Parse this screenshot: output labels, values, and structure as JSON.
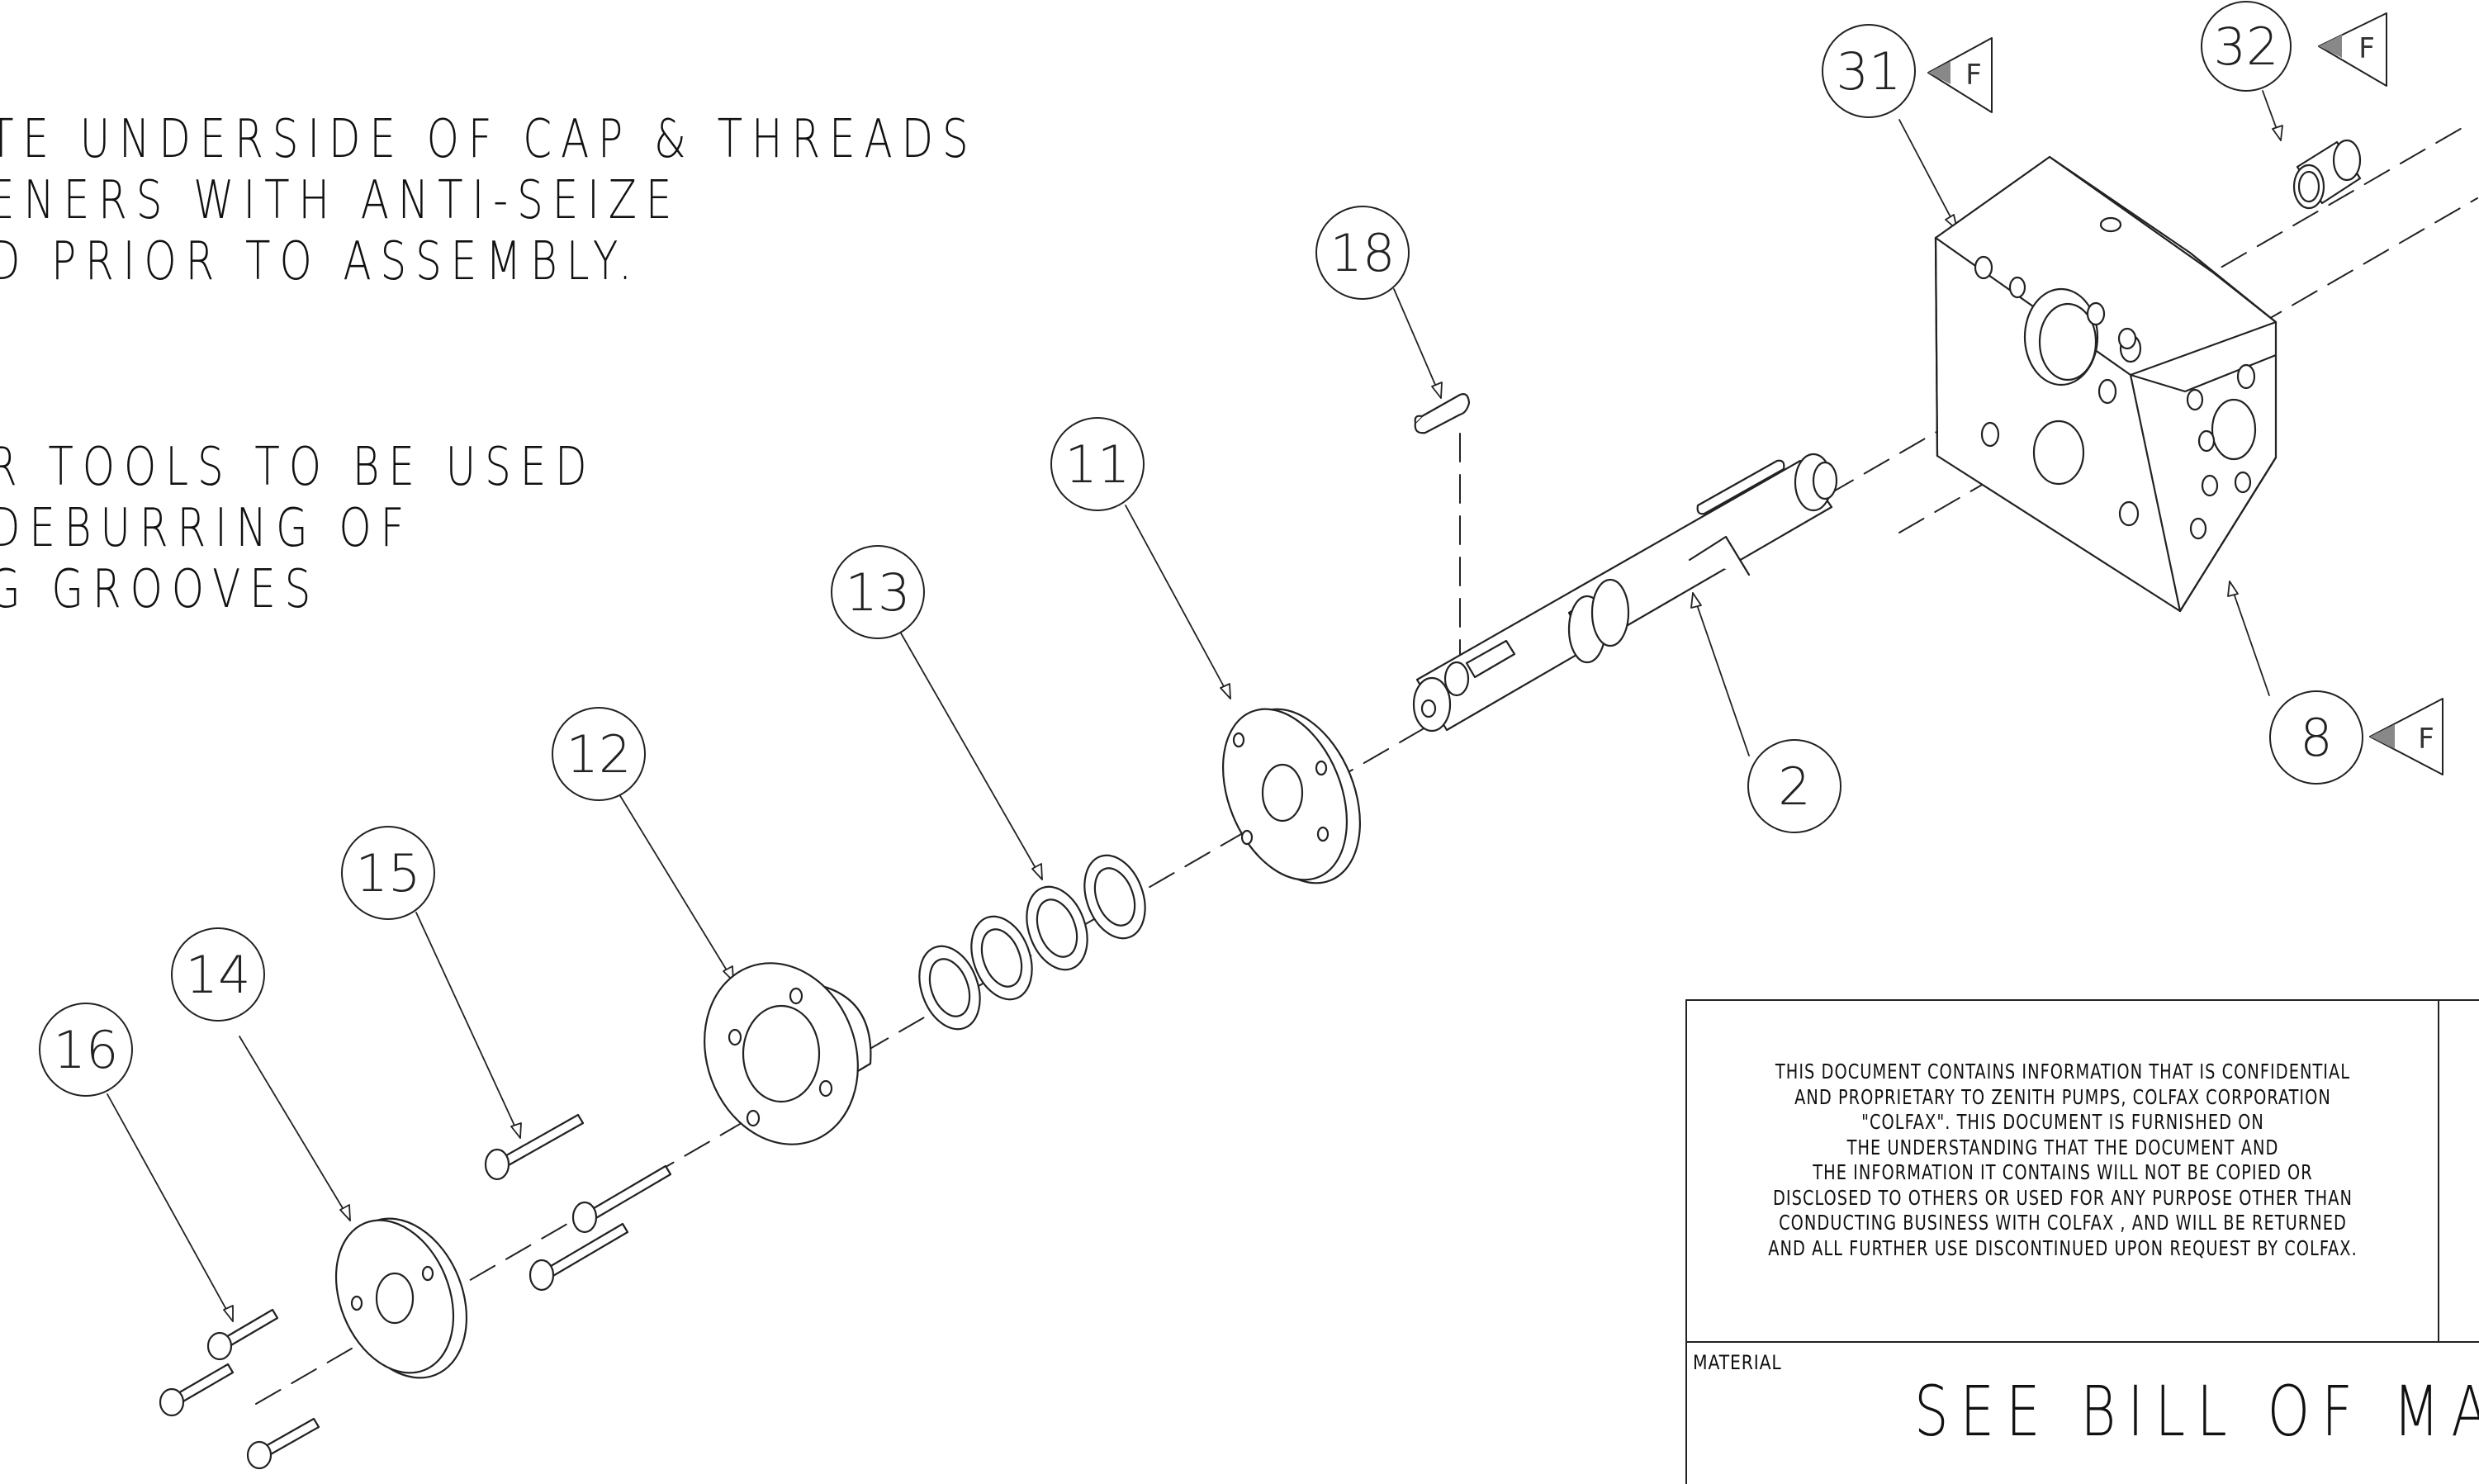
{
  "notes": [
    {
      "lines": [
        "TE UNDERSIDE OF CAP & THREADS",
        "ENERS WITH ANTI-SEIZE",
        "D PRIOR TO ASSEMBLY."
      ]
    },
    {
      "lines": [
        "R TOOLS TO BE USED",
        "DEBURRING OF",
        "G GROOVES"
      ]
    }
  ],
  "balloons": [
    {
      "id": "31",
      "flag": "F"
    },
    {
      "id": "32",
      "flag": "F"
    },
    {
      "id": "18"
    },
    {
      "id": "11"
    },
    {
      "id": "13"
    },
    {
      "id": "12"
    },
    {
      "id": "15"
    },
    {
      "id": "14"
    },
    {
      "id": "16"
    },
    {
      "id": "2"
    },
    {
      "id": "8",
      "flag": "F"
    }
  ],
  "title_block": {
    "confidential": [
      "THIS DOCUMENT CONTAINS INFORMATION THAT IS CONFIDENTIAL",
      "AND PROPRIETARY TO ZENITH PUMPS, COLFAX CORPORATION",
      "\"COLFAX\". THIS DOCUMENT IS FURNISHED ON",
      "THE UNDERSTANDING THAT THE DOCUMENT AND",
      "THE INFORMATION IT CONTAINS WILL NOT BE COPIED OR",
      "DISCLOSED TO OTHERS OR USED FOR ANY PURPOSE OTHER THAN",
      "CONDUCTING BUSINESS WITH COLFAX , AND WILL BE RETURNED",
      "AND ALL FURTHER USE DISCONTINUED UPON REQUEST BY COLFAX."
    ],
    "material_label": "MATERIAL",
    "material_value": "SEE BILL OF MAT"
  },
  "colors": {
    "line": "#222222",
    "background": "#ffffff"
  }
}
